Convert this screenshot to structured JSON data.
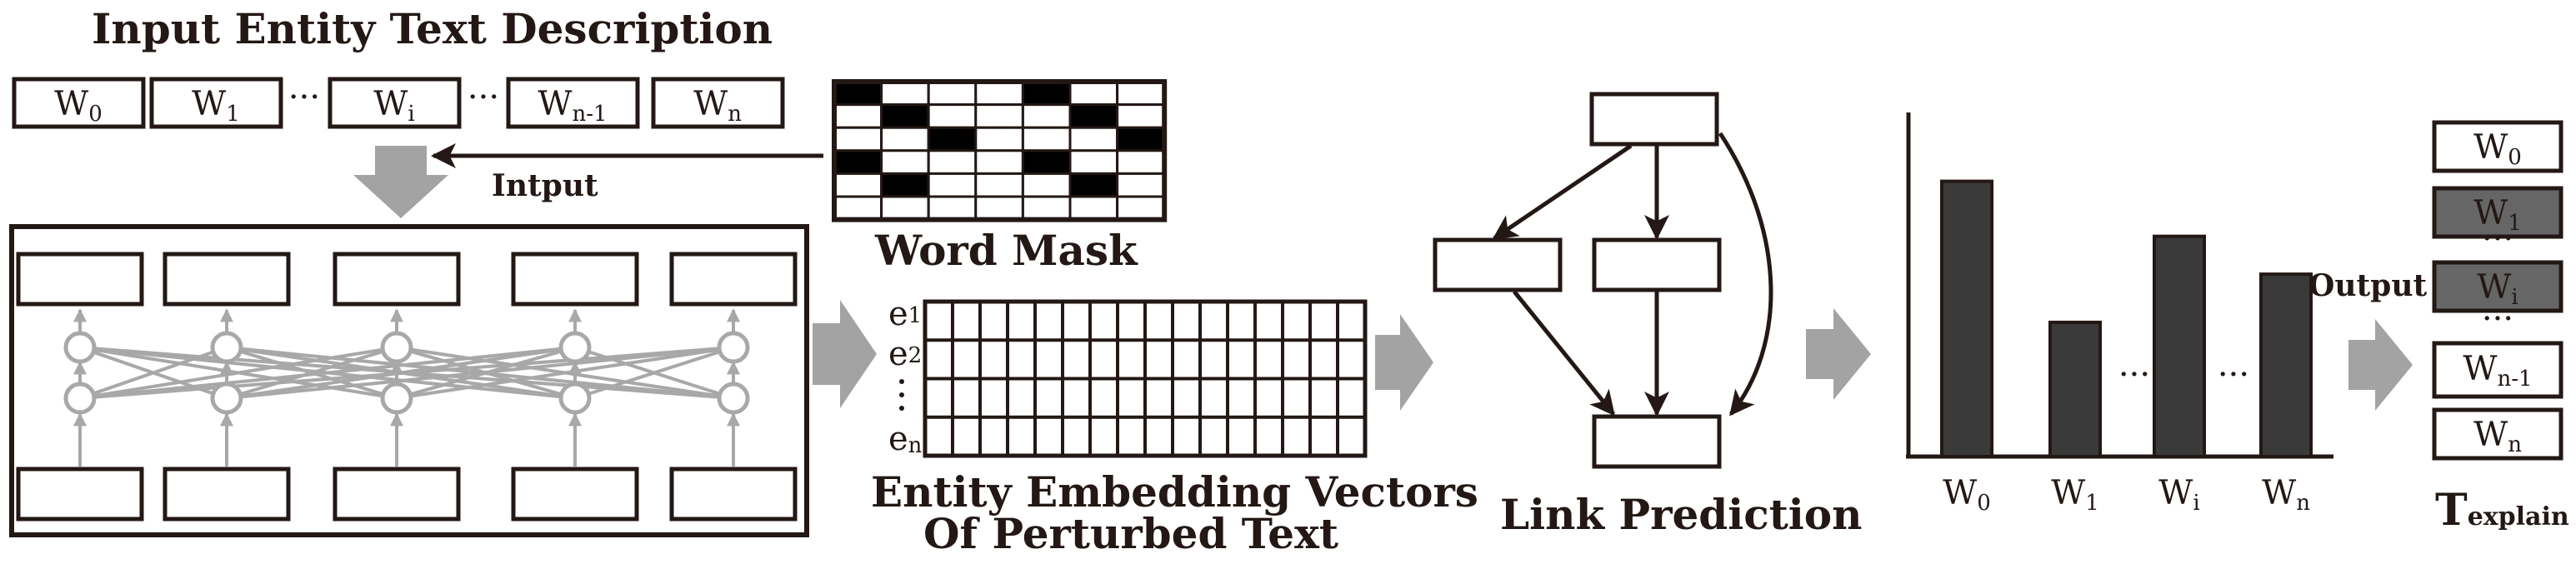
{
  "title": "Input Entity Text Description",
  "input_tokens": [
    {
      "base": "W",
      "sub": "0"
    },
    {
      "base": "W",
      "sub": "1"
    },
    {
      "base": "W",
      "sub": "i"
    },
    {
      "base": "W",
      "sub": "n-1"
    },
    {
      "base": "W",
      "sub": "n"
    }
  ],
  "ellipsis": "···",
  "intput_label": "Intput",
  "word_mask_label": "Word Mask",
  "word_mask_pattern": [
    [
      1,
      0,
      0,
      0,
      1,
      0,
      0
    ],
    [
      0,
      1,
      0,
      0,
      0,
      1,
      0
    ],
    [
      0,
      0,
      1,
      0,
      0,
      0,
      1
    ],
    [
      1,
      0,
      0,
      0,
      1,
      0,
      0
    ],
    [
      0,
      1,
      0,
      0,
      0,
      1,
      0
    ],
    [
      0,
      0,
      0,
      0,
      0,
      0,
      0
    ]
  ],
  "embedding": {
    "row_labels": [
      {
        "base": "e",
        "sub": "1"
      },
      {
        "base": "e",
        "sub": "2"
      },
      {
        "base": "e",
        "sub": "n"
      }
    ],
    "label_line1": "Entity Embedding Vectors",
    "label_line2": "Of Perturbed Text"
  },
  "link_prediction_label": "Link Prediction",
  "chart": {
    "categories": [
      {
        "base": "W",
        "sub": "0"
      },
      {
        "base": "W",
        "sub": "1"
      },
      {
        "base": "W",
        "sub": "i"
      },
      {
        "base": "W",
        "sub": "n"
      }
    ],
    "values": [
      0.8,
      0.39,
      0.64,
      0.53
    ],
    "gap_ellipsis": "···"
  },
  "output_label": "Output",
  "output_tokens": [
    {
      "base": "W",
      "sub": "0",
      "highlighted": false
    },
    {
      "base": "W",
      "sub": "1",
      "highlighted": true
    },
    {
      "base": "W",
      "sub": "i",
      "highlighted": true
    },
    {
      "base": "W",
      "sub": "n-1",
      "highlighted": false
    },
    {
      "base": "W",
      "sub": "n",
      "highlighted": false
    }
  ],
  "output_dots": "···",
  "texplain": {
    "base": "T",
    "sub": "explain"
  },
  "colors": {
    "ink": "#231815",
    "mask_black": "#000000",
    "highlight": "#666666",
    "bar": "#3a3a3a",
    "flow_arrow": "#a3a3a3",
    "encoder_link": "#a8a8a8"
  }
}
